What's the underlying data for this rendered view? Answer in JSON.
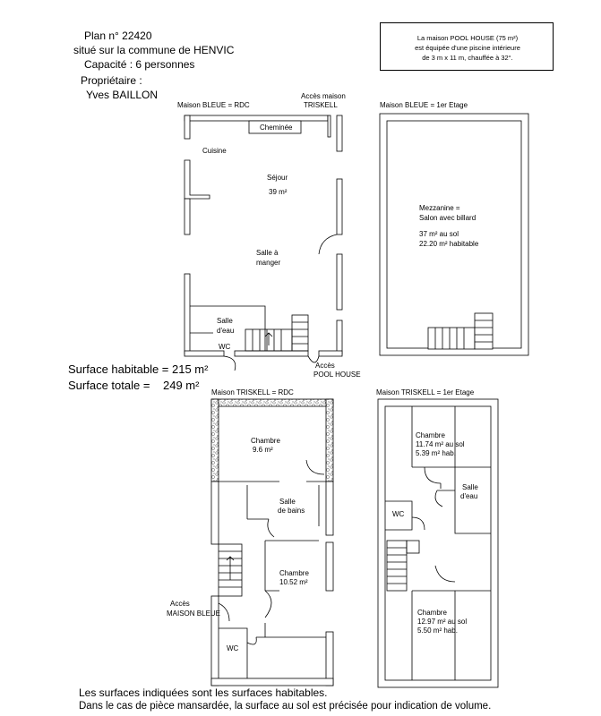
{
  "header": {
    "plan": "Plan n° 22420",
    "location": "situé sur la commune de HENVIC",
    "capacity": "Capacité : 6 personnes",
    "owner_label": "Propriétaire :",
    "owner_name": "Yves BAILLON"
  },
  "pool_note": {
    "line1": "La maison POOL HOUSE (75 m²)",
    "line2": "est équipée d'une piscine intérieure",
    "line3": "de 3 m x 11 m, chauffée à 32°."
  },
  "surfaces": {
    "habitable": "Surface habitable = 215 m²",
    "totale_label": "Surface totale =",
    "totale_value": "249 m²"
  },
  "plans": {
    "bleue_rdc": {
      "title": "Maison BLEUE = RDC",
      "access_triskell_1": "Accès maison",
      "access_triskell_2": "TRISKELL",
      "access_pool_1": "Accès",
      "access_pool_2": "POOL HOUSE",
      "cheminee": "Cheminée",
      "cuisine": "Cuisine",
      "sejour": "Séjour",
      "sejour_area": "39 m²",
      "salle_manger_1": "Salle à",
      "salle_manger_2": "manger",
      "salle_eau_1": "Salle",
      "salle_eau_2": "d'eau",
      "wc": "WC"
    },
    "bleue_etage": {
      "title": "Maison BLEUE = 1er Etage",
      "mezz_1": "Mezzanine =",
      "mezz_2": "Salon avec billard",
      "mezz_3": "37 m² au sol",
      "mezz_4": "22.20 m² habitable"
    },
    "triskell_rdc": {
      "title": "Maison TRISKELL = RDC",
      "chambre1": "Chambre",
      "chambre1_area": "9.6 m²",
      "sdb_1": "Salle",
      "sdb_2": "de bains",
      "chambre2": "Chambre",
      "chambre2_area": "10.52 m²",
      "access_1": "Accès",
      "access_2": "MAISON BLEUE",
      "wc": "WC"
    },
    "triskell_etage": {
      "title": "Maison TRISKELL = 1er Etage",
      "chambre1": "Chambre",
      "chambre1_sol": "11.74 m² au sol",
      "chambre1_hab": "5.39 m² hab.",
      "salle_eau_1": "Salle",
      "salle_eau_2": "d'eau",
      "wc": "WC",
      "chambre2": "Chambre",
      "chambre2_sol": "12.97 m² au sol",
      "chambre2_hab": "5.50 m² hab."
    }
  },
  "footer": {
    "line1": "Les surfaces indiquées sont les surfaces habitables.",
    "line2": "Dans le cas de pièce mansardée, la surface au sol est précisée pour indication de volume."
  }
}
